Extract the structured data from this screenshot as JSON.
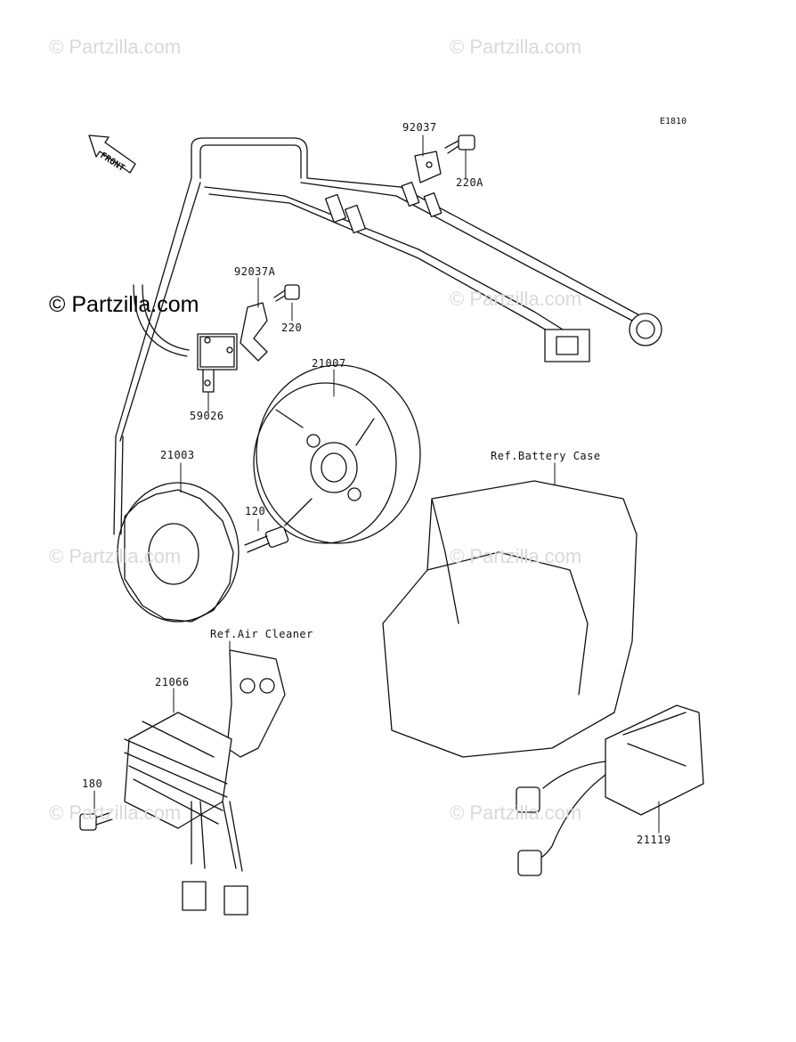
{
  "diagram": {
    "code": "E1810",
    "front_label": "FRONT",
    "watermark": "© Partzilla.com",
    "parts": [
      {
        "id": "92037"
      },
      {
        "id": "220A"
      },
      {
        "id": "92037A"
      },
      {
        "id": "220"
      },
      {
        "id": "21007"
      },
      {
        "id": "59026"
      },
      {
        "id": "21003"
      },
      {
        "id": "120"
      },
      {
        "id": "21066"
      },
      {
        "id": "180"
      },
      {
        "id": "21119"
      }
    ],
    "refs": [
      {
        "text": "Ref.Battery Case"
      },
      {
        "text": "Ref.Air Cleaner"
      }
    ]
  },
  "colors": {
    "line": "#111111",
    "watermark": "#d9d9d9"
  }
}
